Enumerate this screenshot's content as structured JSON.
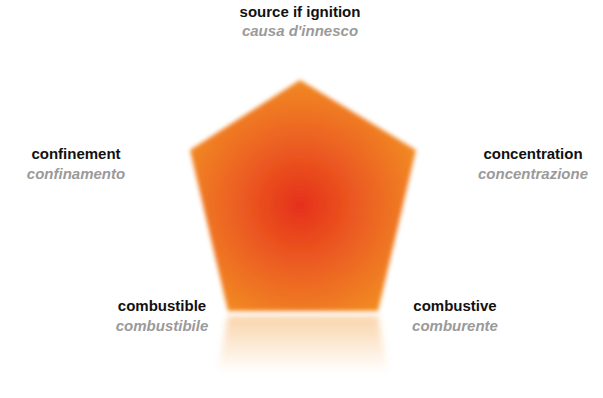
{
  "diagram": {
    "labels": [
      "source if ignition",
      "causa d'innesco",
      "confinement",
      "confinamento",
      "concentration",
      "concentrazione",
      "combustible",
      "combustibile",
      "combustive",
      "comburente"
    ]
  }
}
